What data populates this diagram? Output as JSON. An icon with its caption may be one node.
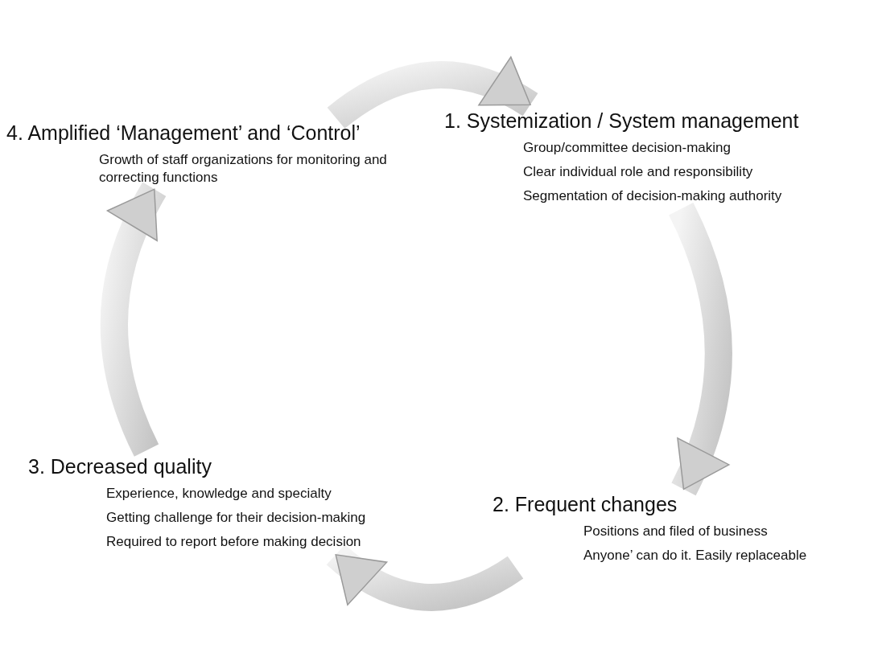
{
  "diagram": {
    "nodes": [
      {
        "text": [
          "1. Systemization / System management",
          "Group/committee decision-making",
          "Clear individual role and responsibility",
          "Segmentation of decision-making authority"
        ]
      },
      {
        "text": [
          "2. Frequent changes",
          "Positions and filed of business",
          "Anyone’ can do it. Easily replaceable"
        ]
      },
      {
        "text": [
          "3. Decreased quality",
          "Experience, knowledge and specialty",
          "Getting challenge for their decision-making",
          "Required to report before making decision"
        ]
      },
      {
        "text": [
          "4. Amplified ‘Management’ and ‘Control’",
          "Growth of staff organizations for monitoring and correcting functions"
        ]
      }
    ],
    "edges": [
      {
        "from": 0,
        "to": 1,
        "arrow": "to"
      },
      {
        "from": 1,
        "to": 2,
        "arrow": "to"
      },
      {
        "from": 2,
        "to": 3,
        "arrow": "to"
      },
      {
        "from": 3,
        "to": 0,
        "arrow": "to"
      }
    ]
  }
}
